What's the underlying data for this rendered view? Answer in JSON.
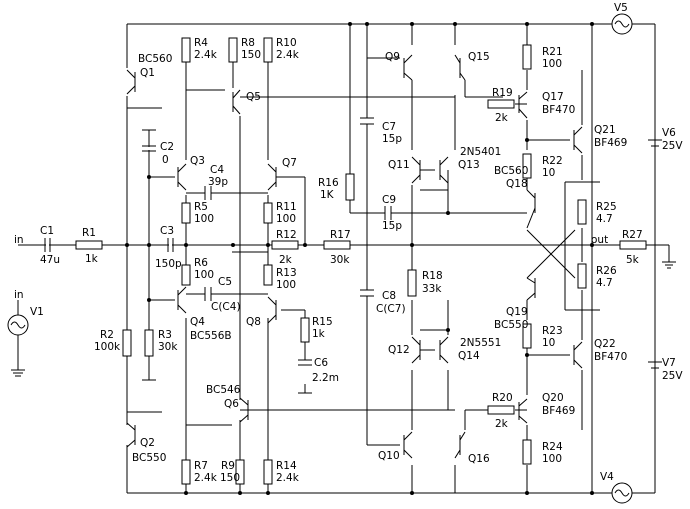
{
  "components": {
    "Q1": {
      "name": "Q1",
      "part": "BC560"
    },
    "Q2": {
      "name": "Q2",
      "part": "BC550"
    },
    "Q3": {
      "name": "Q3"
    },
    "Q4": {
      "name": "Q4",
      "part": "BC556B"
    },
    "Q5": {
      "name": "Q5"
    },
    "Q6": {
      "name": "Q6",
      "part": "BC546"
    },
    "Q7": {
      "name": "Q7"
    },
    "Q8": {
      "name": "Q8"
    },
    "Q9": {
      "name": "Q9"
    },
    "Q10": {
      "name": "Q10"
    },
    "Q11": {
      "name": "Q11"
    },
    "Q12": {
      "name": "Q12"
    },
    "Q13": {
      "name": "Q13",
      "part": "2N5401"
    },
    "Q14": {
      "name": "Q14",
      "part": "2N5551"
    },
    "Q15": {
      "name": "Q15"
    },
    "Q16": {
      "name": "Q16"
    },
    "Q17": {
      "name": "Q17",
      "part": "BF470"
    },
    "Q18": {
      "name": "Q18",
      "part": "BC560"
    },
    "Q19": {
      "name": "Q19",
      "part": "BC550"
    },
    "Q20": {
      "name": "Q20",
      "part": "BF469"
    },
    "Q21": {
      "name": "Q21",
      "part": "BF469"
    },
    "Q22": {
      "name": "Q22",
      "part": "BF470"
    },
    "R1": {
      "name": "R1",
      "value": "1k"
    },
    "R2": {
      "name": "R2",
      "value": "100k"
    },
    "R3": {
      "name": "R3",
      "value": "30k"
    },
    "R4": {
      "name": "R4",
      "value": "2.4k"
    },
    "R5": {
      "name": "R5",
      "value": "100"
    },
    "R6": {
      "name": "R6",
      "value": "100"
    },
    "R7": {
      "name": "R7",
      "value": "2.4k"
    },
    "R8": {
      "name": "R8",
      "value": "150"
    },
    "R9": {
      "name": "R9",
      "value": "150"
    },
    "R10": {
      "name": "R10",
      "value": "2.4k"
    },
    "R11": {
      "name": "R11",
      "value": "100"
    },
    "R12": {
      "name": "R12",
      "value": "2k"
    },
    "R13": {
      "name": "R13",
      "value": "100"
    },
    "R14": {
      "name": "R14",
      "value": "2.4k"
    },
    "R15": {
      "name": "R15",
      "value": "1k"
    },
    "R16": {
      "name": "R16",
      "value": "1K"
    },
    "R17": {
      "name": "R17",
      "value": "30k"
    },
    "R18": {
      "name": "R18",
      "value": "33k"
    },
    "R19": {
      "name": "R19",
      "value": "2k"
    },
    "R20": {
      "name": "R20",
      "value": "2k"
    },
    "R21": {
      "name": "R21",
      "value": "100"
    },
    "R22": {
      "name": "R22",
      "value": "10"
    },
    "R23": {
      "name": "R23",
      "value": "10"
    },
    "R24": {
      "name": "R24",
      "value": "100"
    },
    "R25": {
      "name": "R25",
      "value": "4.7"
    },
    "R26": {
      "name": "R26",
      "value": "4.7"
    },
    "R27": {
      "name": "R27",
      "value": "5k"
    },
    "C1": {
      "name": "C1",
      "value": "47u"
    },
    "C2": {
      "name": "C2",
      "value": "0"
    },
    "C3": {
      "name": "C3",
      "value": "150p"
    },
    "C4": {
      "name": "C4",
      "value": "39p"
    },
    "C5": {
      "name": "C5",
      "value": "C(C4)"
    },
    "C6": {
      "name": "C6",
      "value": "2.2m"
    },
    "C7": {
      "name": "C7",
      "value": "15p"
    },
    "C8": {
      "name": "C8",
      "value": "C(C7)"
    },
    "C9": {
      "name": "C9",
      "value": "15p"
    },
    "V1": {
      "name": "V1"
    },
    "V4": {
      "name": "V4"
    },
    "V5": {
      "name": "V5"
    },
    "V6": {
      "name": "V6",
      "value": "25V"
    },
    "V7": {
      "name": "V7",
      "value": "25V"
    }
  },
  "nets": {
    "in": "in",
    "out": "out"
  }
}
